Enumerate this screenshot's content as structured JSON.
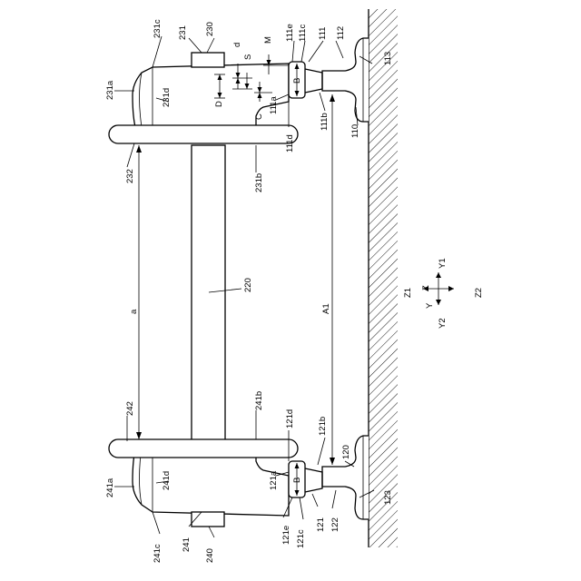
{
  "labels": {
    "l231c": "231c",
    "l230": "230",
    "l231": "231",
    "l231a": "231a",
    "l231d": "231d",
    "ld": "d",
    "lS": "S",
    "lM": "M",
    "lD": "D",
    "lC": "C",
    "l111e": "111e",
    "l111c": "111c",
    "l111": "111",
    "l112": "112",
    "l113": "113",
    "lB1": "B",
    "l111a": "111a",
    "l111b": "111b",
    "l110": "110",
    "l111d": "111d",
    "l232": "232",
    "l231b": "231b",
    "l220": "220",
    "la": "a",
    "lA1": "A1",
    "lZ1": "Z1",
    "lZ": "Z",
    "lY": "Y",
    "lY1": "Y1",
    "lY2": "Y2",
    "lZ2": "Z2",
    "l241b": "241b",
    "l242": "242",
    "l121d": "121d",
    "l121b": "121b",
    "l120": "120",
    "l241a": "241a",
    "l241d": "241d",
    "lB2": "B",
    "l121a": "121a",
    "l241": "241",
    "l240": "240",
    "l241c": "241c",
    "l121e": "121e",
    "l121c": "121c",
    "l121": "121",
    "l122": "122",
    "l123": "123"
  }
}
